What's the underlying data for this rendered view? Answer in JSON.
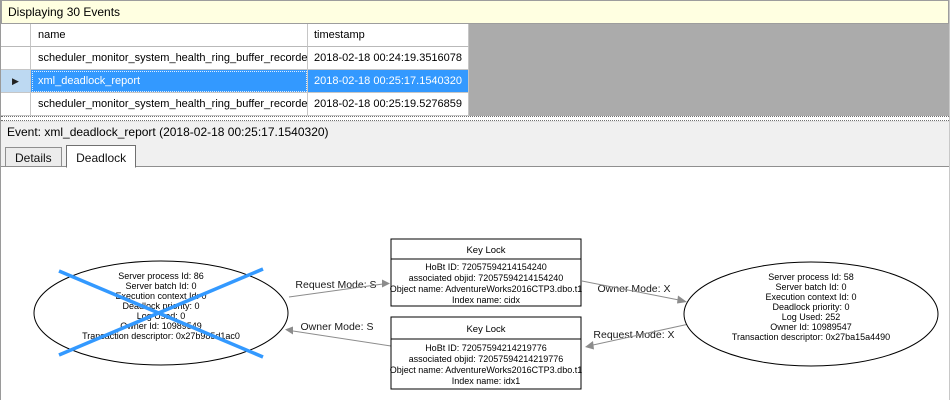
{
  "info_bar": {
    "text": "Displaying 30 Events"
  },
  "table": {
    "selection_marker": "▶",
    "columns": [
      {
        "label": "name"
      },
      {
        "label": "timestamp"
      }
    ],
    "rows": [
      {
        "name": "scheduler_monitor_system_health_ring_buffer_recorded",
        "timestamp": "2018-02-18 00:24:19.3516078",
        "selected": false
      },
      {
        "name": "xml_deadlock_report",
        "timestamp": "2018-02-18 00:25:17.1540320",
        "selected": true
      },
      {
        "name": "scheduler_monitor_system_health_ring_buffer_recorded",
        "timestamp": "2018-02-18 00:25:19.5276859",
        "selected": false
      }
    ]
  },
  "event_label": "Event: xml_deadlock_report (2018-02-18 00:25:17.1540320)",
  "tabs": [
    {
      "label": "Details",
      "active": false
    },
    {
      "label": "Deadlock",
      "active": true
    }
  ],
  "graph": {
    "processes": [
      {
        "victim": true,
        "lines": [
          "Server process Id: 86",
          "Server batch Id: 0",
          "Execution context Id: 0",
          "Deadlock priority: 0",
          "Log Used: 0",
          "Owner Id: 10989549",
          "Transaction descriptor: 0x27b985d1ac0"
        ]
      },
      {
        "victim": false,
        "lines": [
          "Server process Id: 58",
          "Server batch Id: 0",
          "Execution context Id: 0",
          "Deadlock priority: 0",
          "Log Used: 252",
          "Owner Id: 10989547",
          "Transaction descriptor: 0x27ba15a4490"
        ]
      }
    ],
    "resources": [
      {
        "title": "Key Lock",
        "lines": [
          "HoBt ID: 72057594214154240",
          "associated objid: 72057594214154240",
          "Object name: AdventureWorks2016CTP3.dbo.t1",
          "Index name: cidx"
        ]
      },
      {
        "title": "Key Lock",
        "lines": [
          "HoBt ID: 72057594214219776",
          "associated objid: 72057594214219776",
          "Object name: AdventureWorks2016CTP3.dbo.t1",
          "Index name: idx1"
        ]
      }
    ],
    "edges": [
      {
        "label": "Request Mode: S"
      },
      {
        "label": "Owner Mode: S"
      },
      {
        "label": "Owner Mode: X"
      },
      {
        "label": "Request Mode: X"
      }
    ]
  },
  "colors": {
    "selection": "#3399FF",
    "victim_cross": "#3399FF",
    "info_bar_bg": "#FFFFE1",
    "grid_filler": "#ABABAB",
    "panel_bg": "#F0F0F0"
  }
}
